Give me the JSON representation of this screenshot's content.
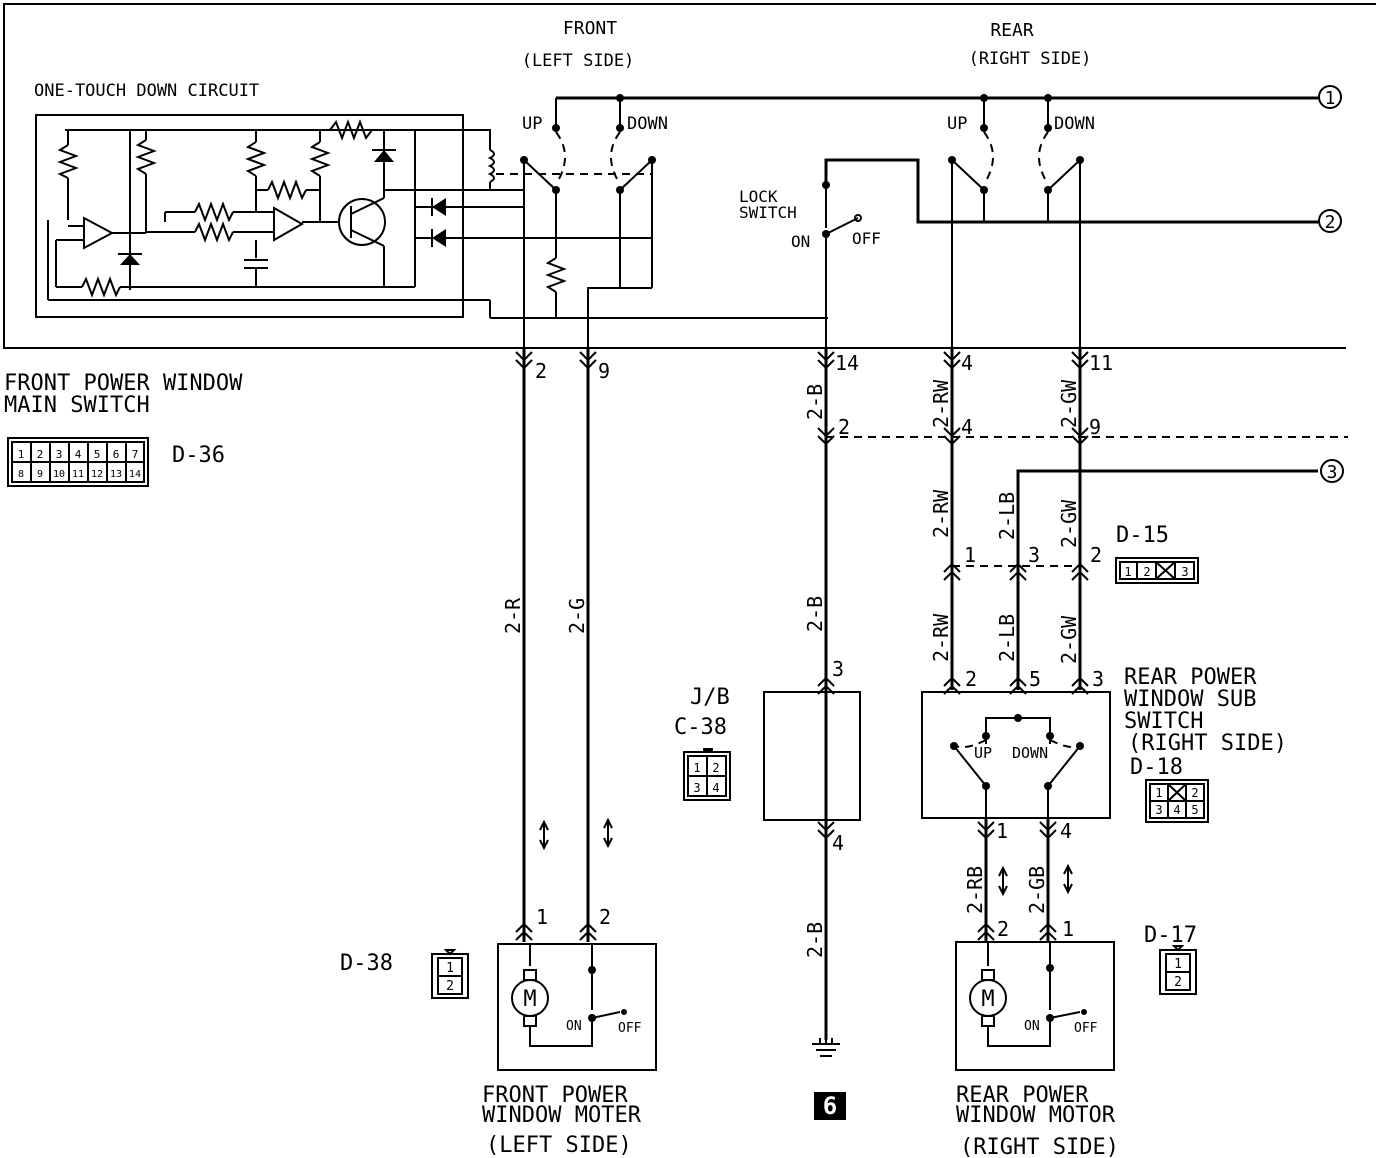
{
  "switch_front": {
    "title": "FRONT",
    "subtitle": "(LEFT SIDE)",
    "up": "UP",
    "down": "DOWN"
  },
  "switch_rear": {
    "title": "REAR",
    "subtitle": "(RIGHT SIDE)",
    "up": "UP",
    "down": "DOWN"
  },
  "one_touch": {
    "title": "ONE-TOUCH DOWN CIRCUIT"
  },
  "lock_switch": {
    "line1": "LOCK",
    "line2": "SWITCH",
    "on": "ON",
    "off": "OFF"
  },
  "main_switch": {
    "line1": "FRONT POWER WINDOW",
    "line2": "MAIN SWITCH",
    "connector": "D-36",
    "pins_row1": [
      "1",
      "2",
      "3",
      "4",
      "5",
      "6",
      "7"
    ],
    "pins_row2": [
      "8",
      "9",
      "10",
      "11",
      "12",
      "13",
      "14"
    ]
  },
  "refs": {
    "r1": "1",
    "r2": "2",
    "r3": "3"
  },
  "pins": {
    "p2": "2",
    "p9": "9",
    "p14": "14",
    "p4": "4",
    "p11": "11",
    "j2": "2",
    "j4": "4",
    "j9": "9",
    "d15_1": "1",
    "d15_3": "3",
    "d15_2": "2",
    "sub_2": "2",
    "sub_5": "5",
    "sub_3": "3",
    "sub_1": "1",
    "sub_4": "4",
    "jb_3": "3",
    "jb_4": "4",
    "fm_1": "1",
    "fm_2": "2",
    "rm_2": "2",
    "rm_1": "1"
  },
  "wires": {
    "w2b_top": "2-B",
    "w2rw_top": "2-RW",
    "w2gw_top": "2-GW",
    "w2rw_mid": "2-RW",
    "w2lb_mid": "2-LB",
    "w2gw_mid": "2-GW",
    "w2rw_low": "2-RW",
    "w2lb_low": "2-LB",
    "w2gw_low": "2-GW",
    "w2r": "2-R",
    "w2g": "2-G",
    "w2b_mid": "2-B",
    "w2b_low": "2-B",
    "w2rb": "2-RB",
    "w2gb": "2-GB"
  },
  "d15": {
    "label": "D-15",
    "pins": [
      "1",
      "2",
      "3"
    ]
  },
  "jb": {
    "line1": "J/B",
    "line2": "C-38",
    "pins": [
      "1",
      "2",
      "3",
      "4"
    ]
  },
  "sub_switch": {
    "line1": "REAR POWER",
    "line2": "WINDOW SUB",
    "line3": "SWITCH",
    "line4": "(RIGHT SIDE)",
    "connector": "D-18",
    "up": "UP",
    "down": "DOWN",
    "pins": [
      "1",
      "2",
      "3",
      "4",
      "5"
    ]
  },
  "d38": {
    "label": "D-38",
    "pins": [
      "1",
      "2"
    ]
  },
  "d17": {
    "label": "D-17",
    "pins": [
      "1",
      "2"
    ]
  },
  "front_motor": {
    "line1": "FRONT POWER",
    "line2": "WINDOW MOTER",
    "line3": "(LEFT SIDE)",
    "m": "M",
    "on": "ON",
    "off": "OFF"
  },
  "rear_motor": {
    "line1": "REAR POWER",
    "line2": "WINDOW MOTOR",
    "line3": "(RIGHT SIDE)",
    "m": "M",
    "on": "ON",
    "off": "OFF"
  },
  "ground": {
    "ref": "6"
  }
}
